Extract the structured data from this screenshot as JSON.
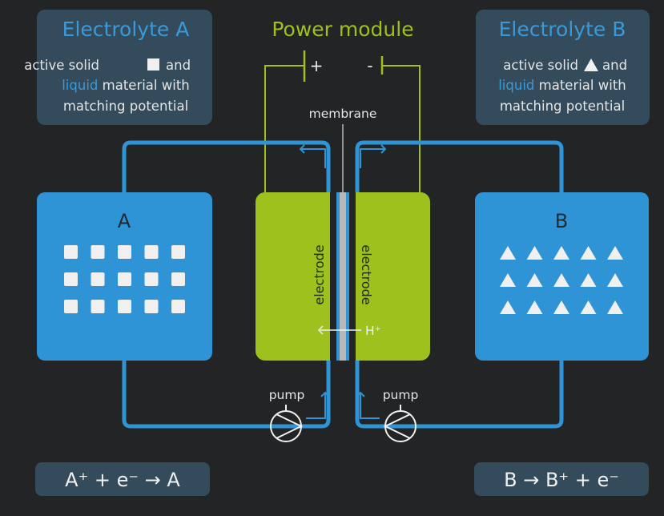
{
  "colors": {
    "background": "#232425",
    "blue": "#2f94d6",
    "title_blue": "#3a9ad9",
    "green": "#9ec11d",
    "panel": "#334b5b",
    "text": "#e6e6e6"
  },
  "electrolyte_a": {
    "title": "Electrolyte A",
    "line1_pre": "active solid",
    "line1_post": "and",
    "line2_blue": "liquid",
    "line2_rest": " material with",
    "line3": "matching potential",
    "shape_icon": "square"
  },
  "electrolyte_b": {
    "title": "Electrolyte B",
    "line1_pre": "active solid",
    "line1_post": "and",
    "line2_blue": "liquid",
    "line2_rest": " material with",
    "line3": "matching potential",
    "shape_icon": "triangle"
  },
  "power_module": {
    "title": "Power module",
    "plus": "+",
    "minus": "-"
  },
  "cell": {
    "membrane": "membrane",
    "electrode_left": "electrode",
    "electrode_right": "electrode",
    "ion": "H⁺"
  },
  "tank_a": {
    "label": "A",
    "items": 15
  },
  "tank_b": {
    "label": "B",
    "items": 15
  },
  "pumps": {
    "left": "pump",
    "right": "pump"
  },
  "equations": {
    "left": "A⁺ + e⁻ → A",
    "right": "B → B⁺ + e⁻"
  }
}
